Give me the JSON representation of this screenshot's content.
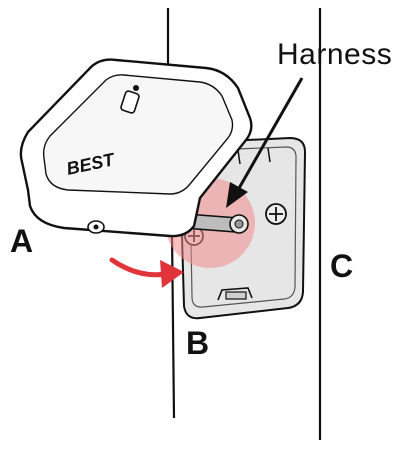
{
  "labels": {
    "callout": "Harness",
    "part_a": "A",
    "part_b": "B",
    "part_c": "C"
  },
  "device": {
    "brand": "BEST"
  },
  "colors": {
    "highlight": "#f08a8a",
    "arrow": "#e0333a",
    "outline": "#111111",
    "plate_fill": "#e6e6e6"
  }
}
